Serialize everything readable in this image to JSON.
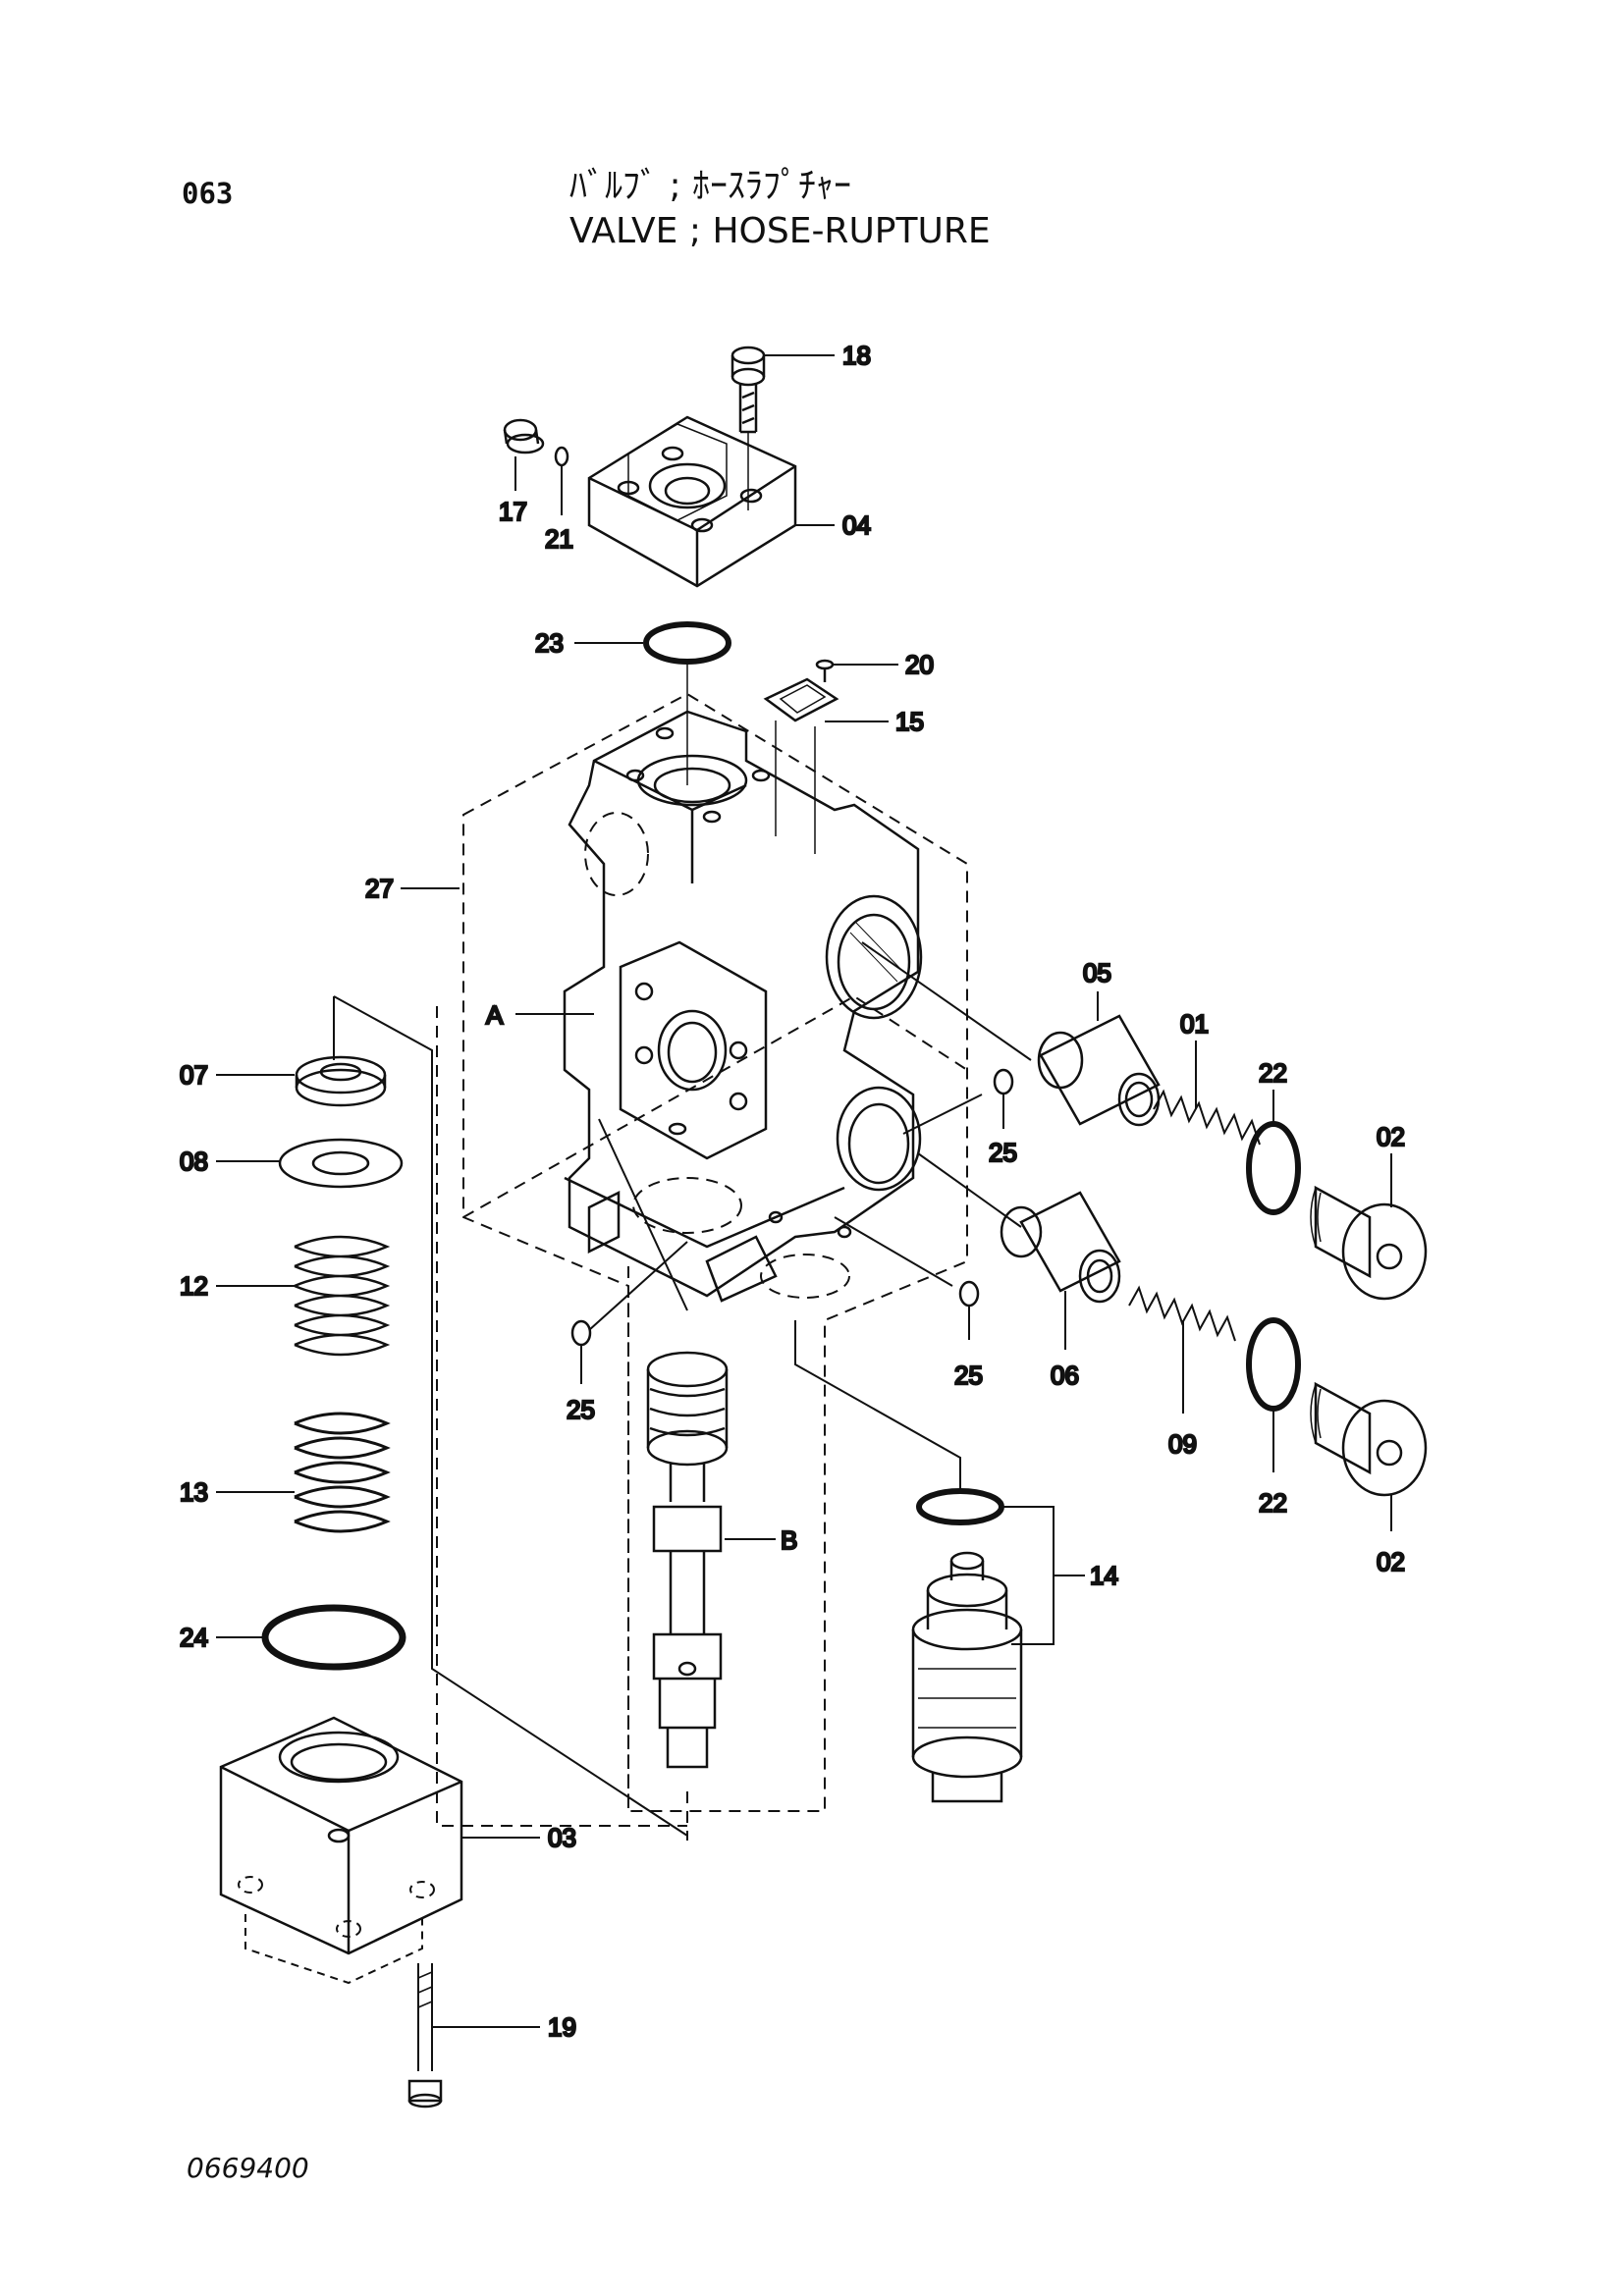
{
  "page": {
    "page_number": "063",
    "title_jp": "ﾊﾞﾙﾌﾞ ; ﾎｰｽﾗﾌﾟﾁｬｰ",
    "title_en": "VALVE ; HOSE-RUPTURE",
    "drawing_number": "0669400"
  },
  "callouts": {
    "p18": "18",
    "p17": "17",
    "p21": "21",
    "p04": "04",
    "p23": "23",
    "p20": "20",
    "p15": "15",
    "p27": "27",
    "pA": "A",
    "p05": "05",
    "p01": "01",
    "p22a": "22",
    "p02a": "02",
    "p07": "07",
    "p08": "08",
    "p25a": "25",
    "p12": "12",
    "p25b": "25",
    "p06": "06",
    "p09": "09",
    "p25c": "25",
    "p13": "13",
    "p22b": "22",
    "p02b": "02",
    "pB": "B",
    "p14": "14",
    "p24": "24",
    "p03": "03",
    "p19": "19"
  }
}
